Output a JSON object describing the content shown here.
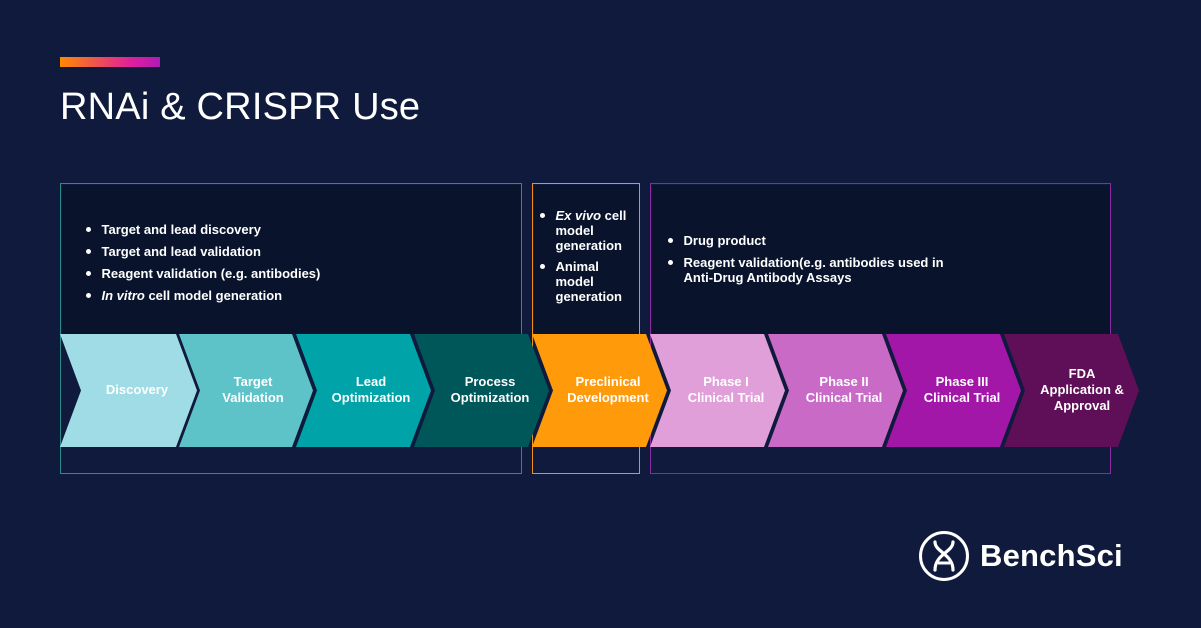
{
  "title": "RNAi & CRISPR Use",
  "colors": {
    "background": "#0f1a3c",
    "teal_group_border": "#2a8a8c",
    "orange_group_border": "#f0901a",
    "purple_group_border": "#8a2aa0"
  },
  "groups": [
    {
      "id": "discovery-group",
      "bullets": [
        {
          "text": "Target and lead discovery"
        },
        {
          "text": "Target and lead validation"
        },
        {
          "text": "Reagent validation (e.g. antibodies)"
        },
        {
          "italic": "In vitro",
          "text": " cell model generation"
        }
      ]
    },
    {
      "id": "preclinical-group",
      "bullets": [
        {
          "italic": "Ex vivo",
          "text": " cell model generation"
        },
        {
          "text": "Animal model generation"
        }
      ]
    },
    {
      "id": "clinical-group",
      "bullets": [
        {
          "text": "Drug product"
        },
        {
          "text": "Reagent validation(e.g. antibodies used in Anti-Drug Antibody Assays"
        }
      ]
    }
  ],
  "stages": [
    {
      "label": "Discovery",
      "color": "#9fdce5"
    },
    {
      "label": "Target Validation",
      "color": "#5ec3c9"
    },
    {
      "label": "Lead Optimization",
      "color": "#00a3a8"
    },
    {
      "label": "Process Optimization",
      "color": "#00575a"
    },
    {
      "label": "Preclinical Development",
      "color": "#ff9a0a"
    },
    {
      "label": "Phase I Clinical Trial",
      "color": "#e09fd8"
    },
    {
      "label": "Phase II Clinical Trial",
      "color": "#c96ac6"
    },
    {
      "label": "Phase III Clinical Trial",
      "color": "#a317a8"
    },
    {
      "label": "FDA Application & Approval",
      "color": "#5f0e58"
    }
  ],
  "logo": {
    "icon": "benchsci-dna-icon",
    "name": "BenchSci"
  }
}
